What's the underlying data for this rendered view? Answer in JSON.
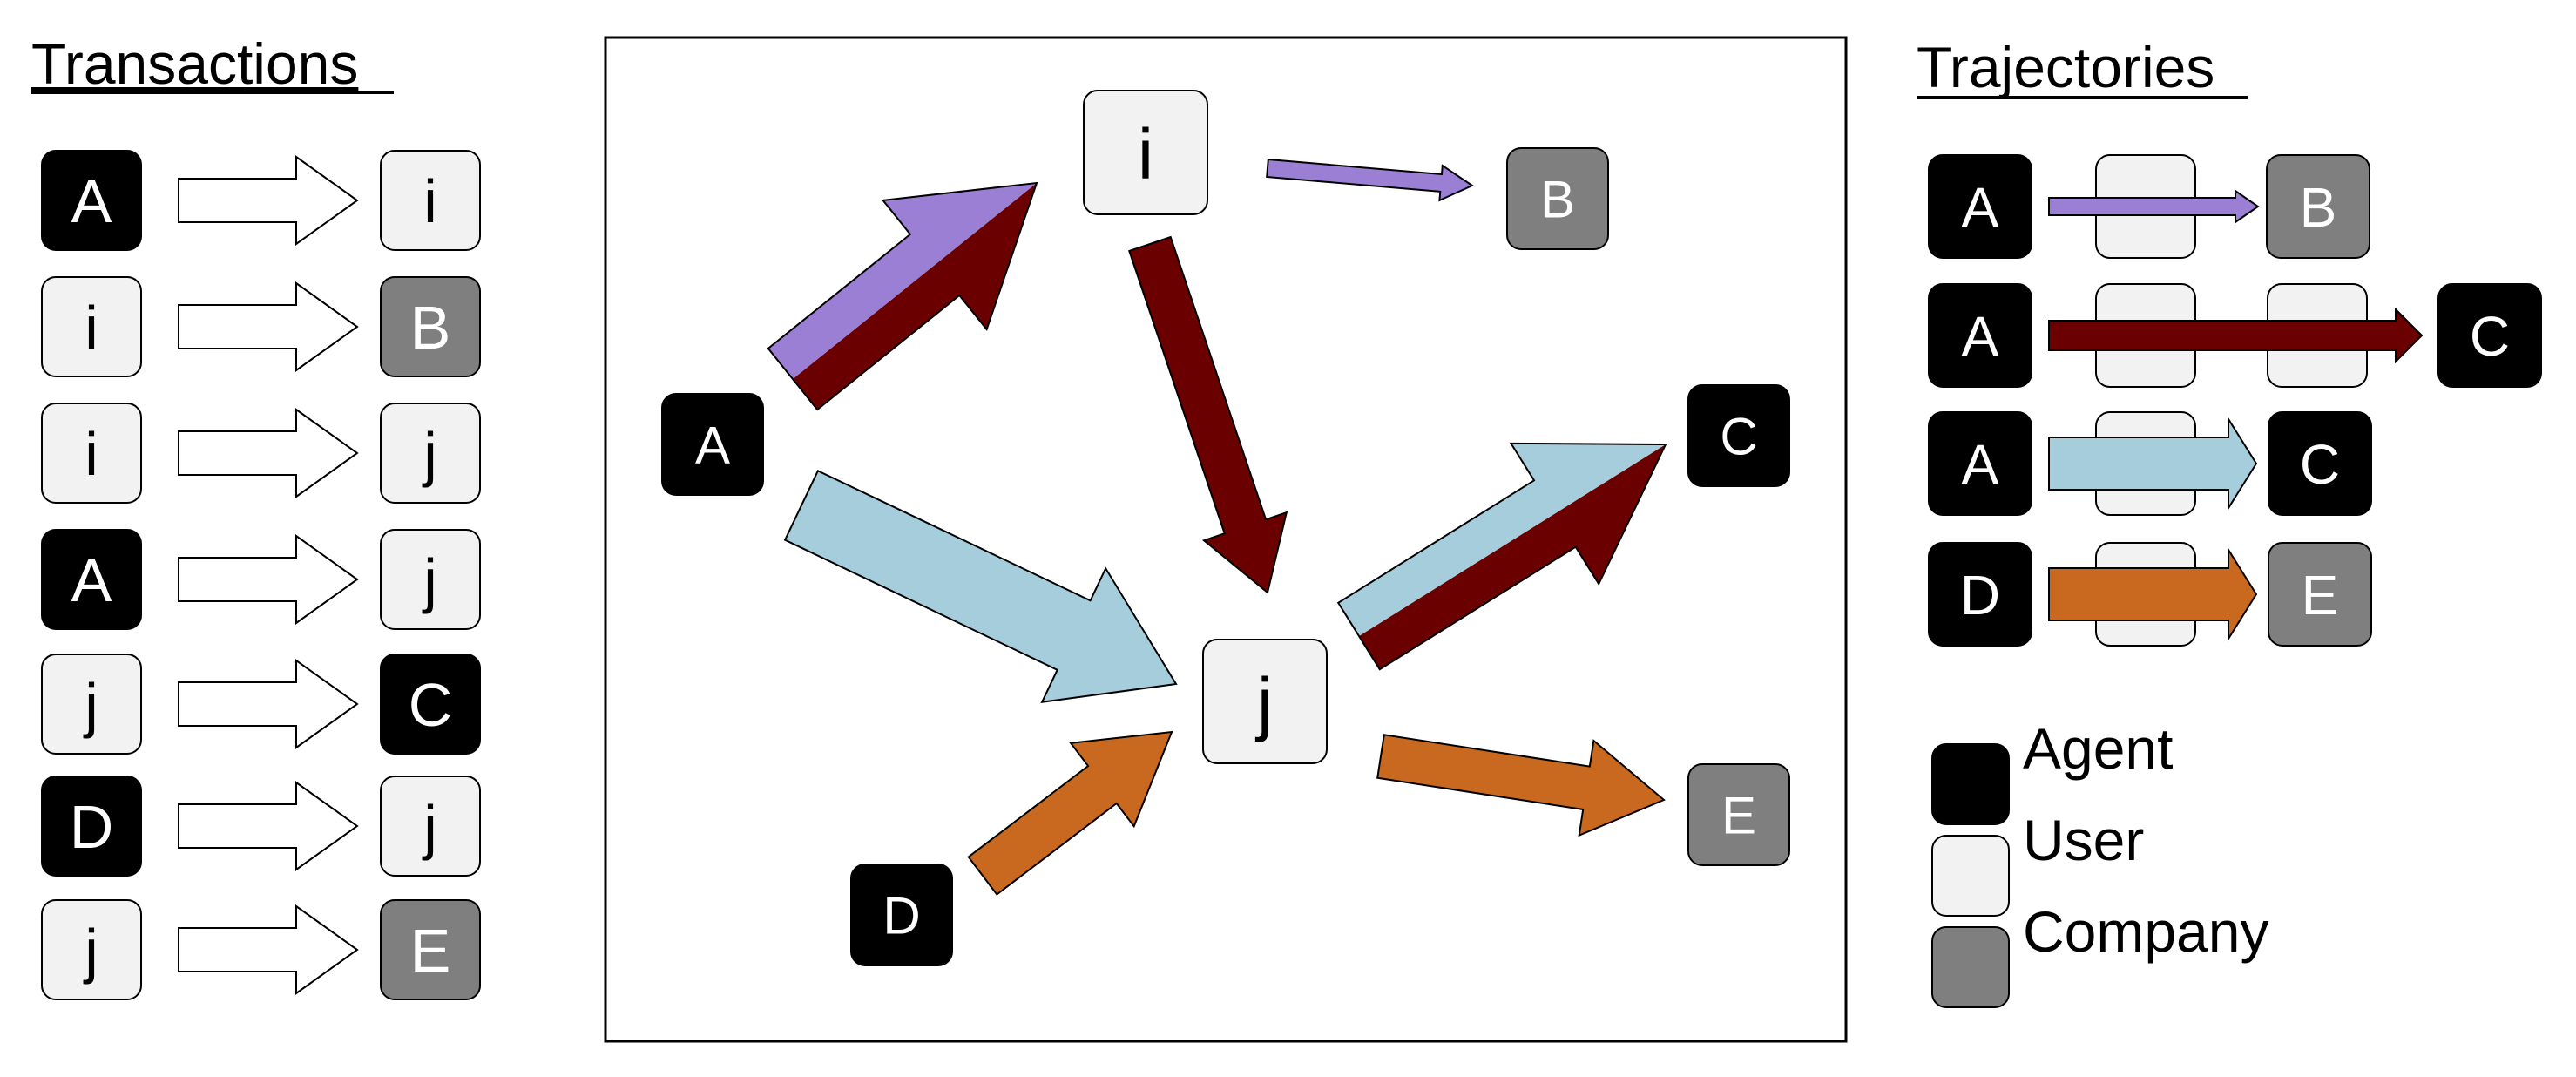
{
  "titles": {
    "transactions": "Transactions",
    "trajectories": "Trajectories"
  },
  "colors": {
    "agent": "#000000",
    "user": "#f2f2f2",
    "company": "#7f7f7f",
    "purple": "#9b7fd4",
    "maroon": "#6b0000",
    "lightblue": "#a6cddc",
    "orange": "#c8691f"
  },
  "transactions": [
    {
      "from": {
        "label": "A",
        "kind": "agent"
      },
      "to": {
        "label": "i",
        "kind": "user"
      }
    },
    {
      "from": {
        "label": "i",
        "kind": "user"
      },
      "to": {
        "label": "B",
        "kind": "company"
      }
    },
    {
      "from": {
        "label": "i",
        "kind": "user"
      },
      "to": {
        "label": "j",
        "kind": "user"
      }
    },
    {
      "from": {
        "label": "A",
        "kind": "agent"
      },
      "to": {
        "label": "j",
        "kind": "user"
      }
    },
    {
      "from": {
        "label": "j",
        "kind": "user"
      },
      "to": {
        "label": "C",
        "kind": "agent"
      }
    },
    {
      "from": {
        "label": "D",
        "kind": "agent"
      },
      "to": {
        "label": "j",
        "kind": "user"
      }
    },
    {
      "from": {
        "label": "j",
        "kind": "user"
      },
      "to": {
        "label": "E",
        "kind": "company"
      }
    }
  ],
  "graph_nodes": [
    {
      "id": "A",
      "label": "A",
      "kind": "agent"
    },
    {
      "id": "i",
      "label": "i",
      "kind": "user"
    },
    {
      "id": "B",
      "label": "B",
      "kind": "company"
    },
    {
      "id": "j",
      "label": "j",
      "kind": "user"
    },
    {
      "id": "C",
      "label": "C",
      "kind": "agent"
    },
    {
      "id": "D",
      "label": "D",
      "kind": "agent"
    },
    {
      "id": "E",
      "label": "E",
      "kind": "company"
    }
  ],
  "graph_edges": [
    {
      "from": "A",
      "to": "i",
      "colors": [
        "maroon",
        "purple"
      ]
    },
    {
      "from": "i",
      "to": "B",
      "colors": [
        "purple"
      ]
    },
    {
      "from": "i",
      "to": "j",
      "colors": [
        "maroon"
      ]
    },
    {
      "from": "A",
      "to": "j",
      "colors": [
        "lightblue"
      ]
    },
    {
      "from": "j",
      "to": "C",
      "colors": [
        "maroon",
        "lightblue"
      ]
    },
    {
      "from": "D",
      "to": "j",
      "colors": [
        "orange"
      ]
    },
    {
      "from": "j",
      "to": "E",
      "colors": [
        "orange"
      ]
    }
  ],
  "trajectories": [
    {
      "start": {
        "label": "A",
        "kind": "agent"
      },
      "via": 1,
      "end": {
        "label": "B",
        "kind": "company"
      },
      "color": "purple"
    },
    {
      "start": {
        "label": "A",
        "kind": "agent"
      },
      "via": 2,
      "end": {
        "label": "C",
        "kind": "agent"
      },
      "color": "maroon"
    },
    {
      "start": {
        "label": "A",
        "kind": "agent"
      },
      "via": 1,
      "end": {
        "label": "C",
        "kind": "agent"
      },
      "color": "lightblue"
    },
    {
      "start": {
        "label": "D",
        "kind": "agent"
      },
      "via": 1,
      "end": {
        "label": "E",
        "kind": "company"
      },
      "color": "orange"
    }
  ],
  "legend": [
    {
      "kind": "agent",
      "label": "Agent"
    },
    {
      "kind": "user",
      "label": "User"
    },
    {
      "kind": "company",
      "label": "Company"
    }
  ]
}
